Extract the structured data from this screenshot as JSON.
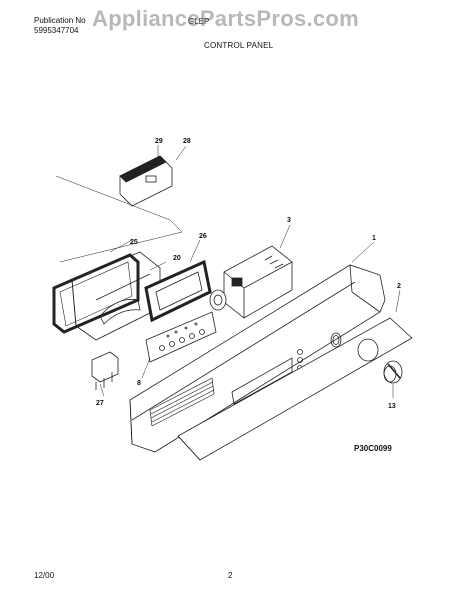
{
  "header": {
    "publication_label": "Publication No",
    "publication_number": "5995347704",
    "watermark": "AppliancePartsPros.com",
    "model": "GLEP",
    "section_title": "CONTROL PANEL"
  },
  "callouts": {
    "c1": "1",
    "c2": "2",
    "c3": "3",
    "c8": "8",
    "c13": "13",
    "c20": "20",
    "c25": "25",
    "c26": "26",
    "c27": "27",
    "c28": "28",
    "c29": "29"
  },
  "drawing_code": "P30C0099",
  "footer": {
    "date": "12/00",
    "page_number": "2"
  }
}
